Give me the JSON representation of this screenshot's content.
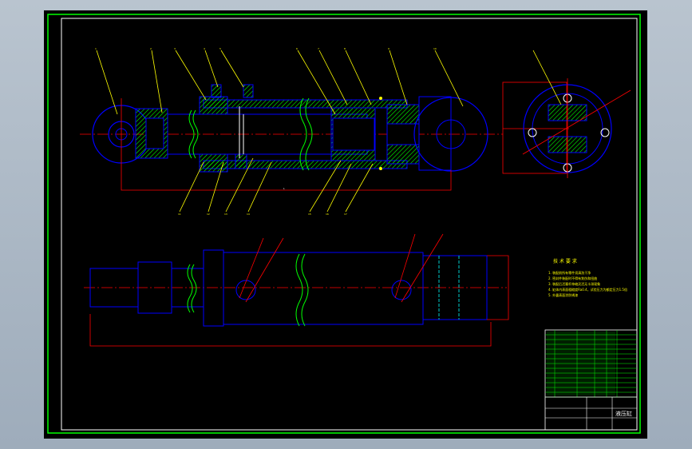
{
  "drawing": {
    "title_block_name": "液压缸",
    "notes_title": "技 术 要 求",
    "notes": [
      "1. 装配前所有零件须清洗干净",
      "2. 密封件装配时不得有划伤和扭曲",
      "3. 装配后活塞杆伸缩灵活无卡滞现象",
      "4. 缸体内表面粗糙度Ra0.4，试验压力为额定压力1.5倍",
      "5. 外露表面涂防锈漆"
    ],
    "part_labels_top": [
      "1",
      "2",
      "3",
      "4",
      "5",
      "6",
      "7",
      "8",
      "9",
      "10"
    ],
    "part_labels_bottom": [
      "11",
      "12",
      "13",
      "14",
      "15",
      "16",
      "17"
    ],
    "colors": {
      "background": "#000000",
      "outline": "#0000ff",
      "hatch": "#00ff00",
      "leader": "#ffff00",
      "centerline": "#ff0000",
      "border": "#00ff00",
      "frame": "#ffffff",
      "dimension": "#ff0000"
    }
  }
}
